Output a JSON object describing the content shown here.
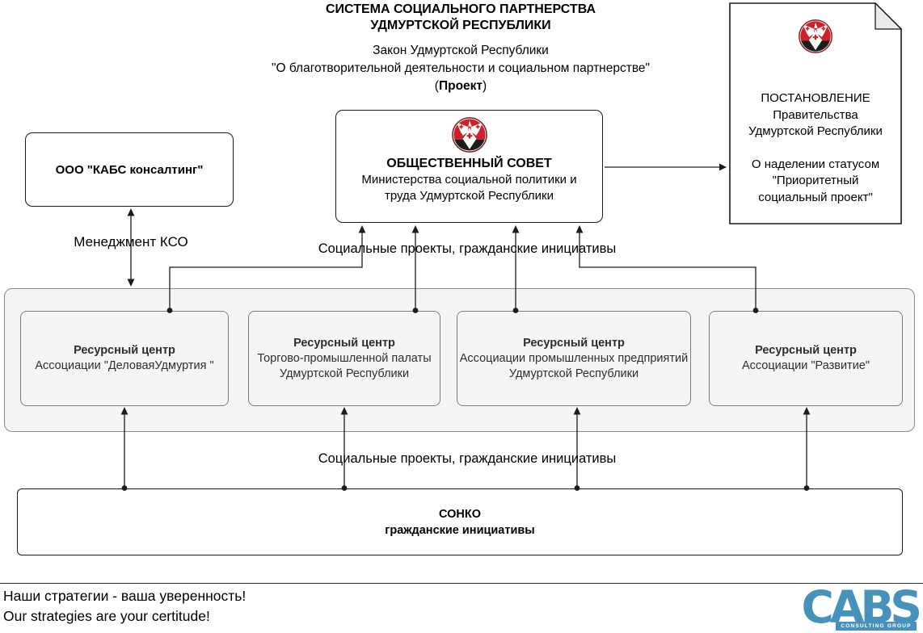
{
  "header": {
    "title_line1": "СИСТЕМА СОЦИАЛЬНОГО ПАРТНЕРСТВА",
    "title_line2": "УДМУРТСКОЙ РЕСПУБЛИКИ",
    "subtitle_line1": "Закон Удмуртской Республики",
    "subtitle_line2": "\"О благотворительной деятельности и социальном партнерстве\"",
    "subtitle_paren_open": "(",
    "subtitle_project": "Проект",
    "subtitle_paren_close": ")"
  },
  "nodes": {
    "kabs": {
      "label": "ООО \"КАБС консалтинг\""
    },
    "council": {
      "title": "ОБЩЕСТВЕННЫЙ СОВЕТ",
      "line1": "Министерства социальной политики и",
      "line2": "труда Удмуртской Республики"
    },
    "decree": {
      "line1": "ПОСТАНОВЛЕНИЕ",
      "line2": "Правительства",
      "line3": "Удмуртской Республики",
      "line4": "О наделении статусом",
      "line5": "\"Приоритетный",
      "line6": "социальный проект\""
    },
    "resource_centers": [
      {
        "title": "Ресурсный центр",
        "line1": "Ассоциации \"ДеловаяУдмуртия \"",
        "line2": ""
      },
      {
        "title": "Ресурсный центр",
        "line1": "Торгово-промышленной палаты",
        "line2": "Удмуртской Республики"
      },
      {
        "title": "Ресурсный центр",
        "line1": "Ассоциации промышленных предприятий",
        "line2": "Удмуртской Республики"
      },
      {
        "title": "Ресурсный центр",
        "line1": "Ассоциации \"Развитие\"",
        "line2": ""
      }
    ],
    "sonko": {
      "title": "СОНКО",
      "subtitle": "гражданские инициативы"
    }
  },
  "edge_labels": {
    "kso": "Менеджмент КСО",
    "projects_top": "Социальные проекты, гражданские инициативы",
    "projects_bottom": "Социальные проекты, гражданские инициативы"
  },
  "footer": {
    "slogan_ru": "Наши стратегии - ваша уверенность!",
    "slogan_en": "Our strategies are your certitude!",
    "logo_text": "CABS",
    "logo_subtext": "CONSULTING GROUP"
  },
  "colors": {
    "logo_blue": "#4792bb",
    "emblem_red": "#ce2028",
    "emblem_black": "#1d1d1b",
    "panel_gray": "#f5f5f6"
  }
}
